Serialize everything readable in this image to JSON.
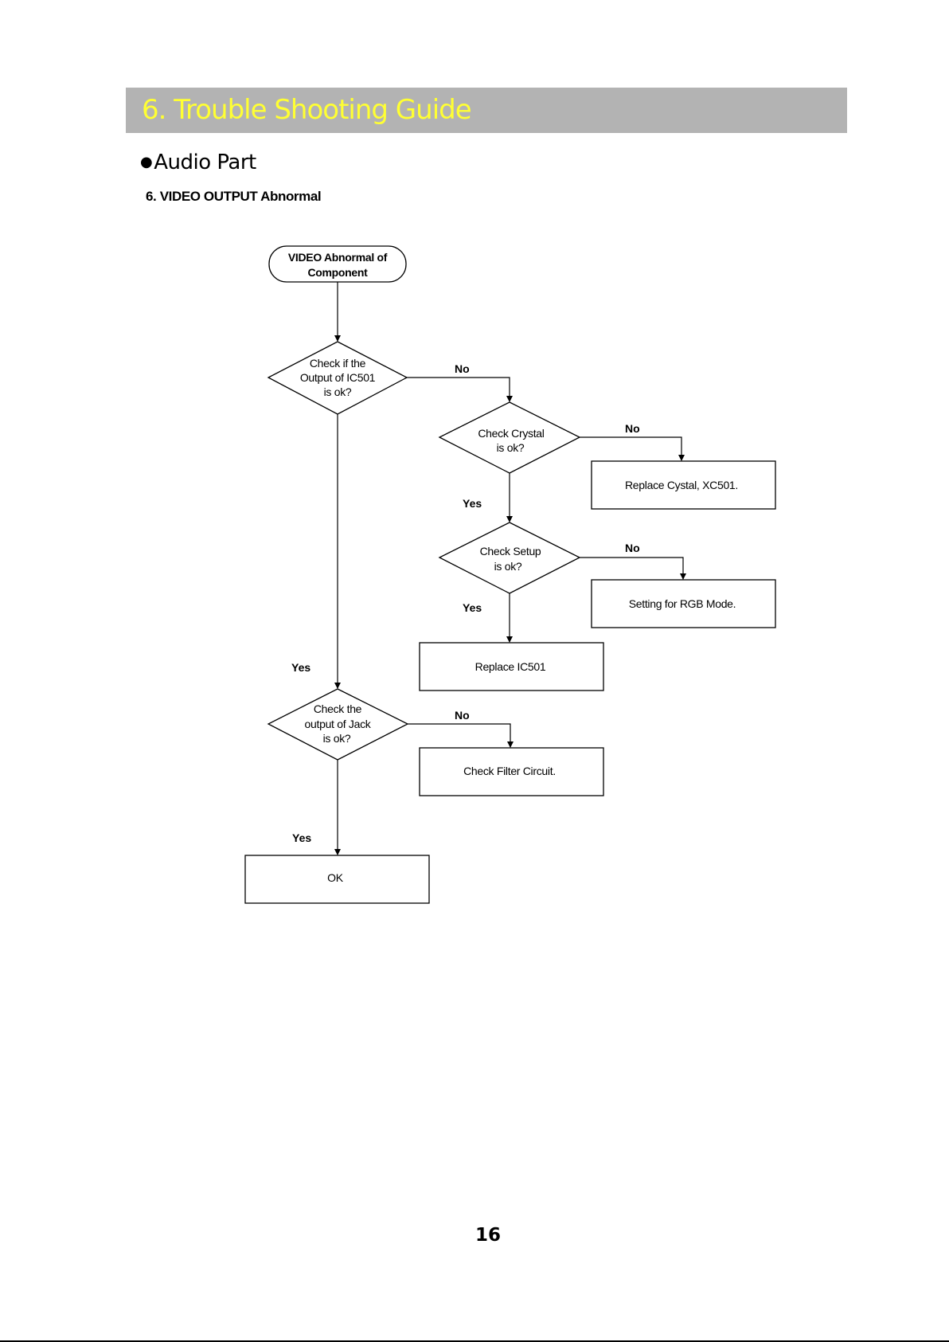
{
  "header": {
    "title": "6. Trouble Shooting Guide",
    "section": "Audio Part",
    "subsection": "6. VIDEO OUTPUT Abnormal"
  },
  "flowchart": {
    "start": [
      "VIDEO Abnormal of",
      "Component"
    ],
    "check_ic501": [
      "Check if the",
      "Output of IC501",
      "is ok?"
    ],
    "check_crystal": [
      "Check Crystal",
      "is ok?"
    ],
    "check_setup": [
      "Check Setup",
      "is ok?"
    ],
    "check_jack": [
      "Check the",
      "output of Jack",
      "is ok?"
    ],
    "replace_crystal": "Replace Cystal, XC501.",
    "setting_rgb": "Setting for RGB Mode.",
    "replace_ic501": "Replace IC501",
    "check_filter": "Check Filter Circuit.",
    "ok": "OK",
    "labels": {
      "no_ic501": "No",
      "no_crystal": "No",
      "yes_crystal": "Yes",
      "no_setup": "No",
      "yes_setup": "Yes",
      "yes_ic501": "Yes",
      "no_jack": "No",
      "yes_jack": "Yes"
    }
  },
  "footer": {
    "page_number": "16"
  }
}
